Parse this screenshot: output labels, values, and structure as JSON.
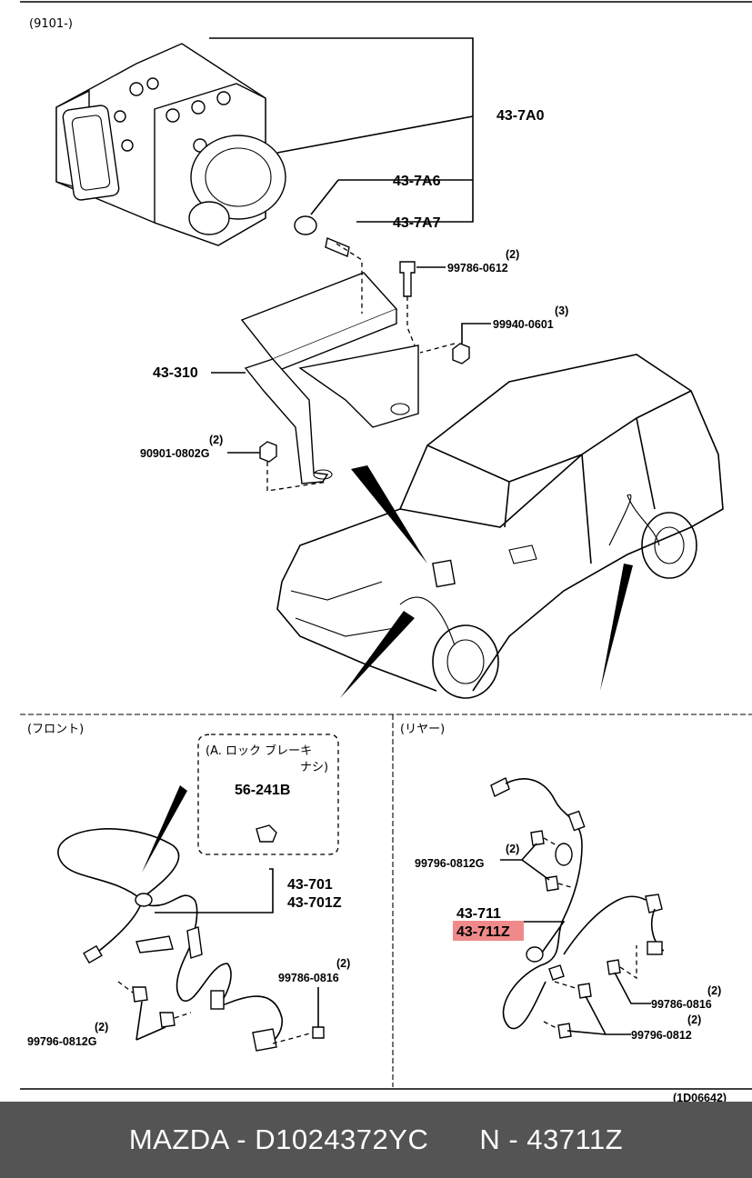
{
  "diagram": {
    "period_code": "(9101-)",
    "drawing_number": "(1D06642)",
    "sections": {
      "front": "(フロント)",
      "rear": "(リヤー)"
    },
    "note_box": {
      "line1": "(A. ロック  ブレーキ",
      "line2": "ナシ)"
    },
    "parts": [
      {
        "id": "p1",
        "number": "43-7A0"
      },
      {
        "id": "p2",
        "number": "43-7A6"
      },
      {
        "id": "p3",
        "number": "43-7A7"
      },
      {
        "id": "p4",
        "number": "99786-0612",
        "qty": "(2)"
      },
      {
        "id": "p5",
        "number": "99940-0601",
        "qty": "(3)"
      },
      {
        "id": "p6",
        "number": "43-310"
      },
      {
        "id": "p7",
        "number": "90901-0802G",
        "qty": "(2)"
      },
      {
        "id": "p8",
        "number": "56-241B"
      },
      {
        "id": "p9",
        "number": "43-701"
      },
      {
        "id": "p10",
        "number": "43-701Z"
      },
      {
        "id": "p11",
        "number": "99786-0816",
        "qty": "(2)"
      },
      {
        "id": "p12",
        "number": "99796-0812G",
        "qty": "(2)"
      },
      {
        "id": "p13",
        "number": "99796-0812G",
        "qty": "(2)"
      },
      {
        "id": "p14",
        "number": "43-711"
      },
      {
        "id": "p15",
        "number": "43-711Z",
        "highlighted": true
      },
      {
        "id": "p16",
        "number": "99786-0816",
        "qty": "(2)"
      },
      {
        "id": "p17",
        "number": "99796-0812",
        "qty": "(2)"
      }
    ],
    "highlight_color": "#f08a8a"
  },
  "footer": {
    "brand_code": "MAZDA - D1024372YC",
    "part_ref": "N - 43711Z",
    "background": "#545454"
  }
}
